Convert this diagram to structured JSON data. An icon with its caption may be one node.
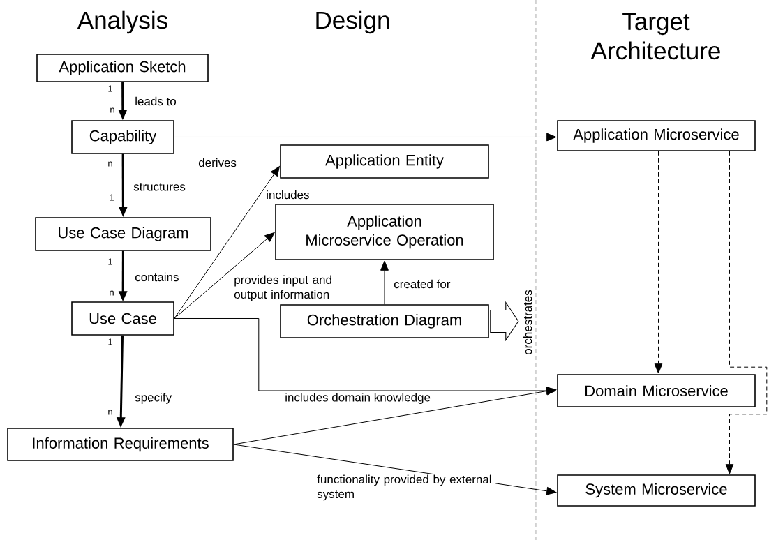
{
  "diagram": {
    "nodes": [
      {
        "text": [
          "Application Sketch"
        ]
      },
      {
        "text": [
          "Capability"
        ]
      },
      {
        "text": [
          "Use Case Diagram"
        ]
      },
      {
        "text": [
          "Use Case"
        ]
      },
      {
        "text": [
          "Information Requirements"
        ]
      },
      {
        "text": [
          "Application Entity"
        ]
      },
      {
        "text": [
          "Application Microservice Operation"
        ]
      },
      {
        "text": [
          "Orchestration Diagram"
        ]
      },
      {
        "text": [
          "Application Microservice"
        ]
      },
      {
        "text": [
          "Domain Microservice"
        ]
      },
      {
        "text": [
          "System Microservice"
        ]
      }
    ],
    "edges": [
      {
        "from": 0,
        "to": 1,
        "arrow": "to",
        "label": "leads to",
        "style": "thick"
      },
      {
        "from": 1,
        "to": 2,
        "arrow": "to",
        "label": "structures",
        "style": "thick"
      },
      {
        "from": 2,
        "to": 3,
        "arrow": "to",
        "label": "contains",
        "style": "thick"
      },
      {
        "from": 3,
        "to": 4,
        "arrow": "to",
        "label": "specify",
        "style": "thick"
      },
      {
        "from": 1,
        "to": 8,
        "arrow": "to",
        "label": "derives"
      },
      {
        "from": 3,
        "to": 5,
        "arrow": "to",
        "label": "includes"
      },
      {
        "from": 3,
        "to": 6,
        "arrow": "to",
        "label": "provides input and output information"
      },
      {
        "from": 7,
        "to": 6,
        "arrow": "to",
        "label": "created for"
      },
      {
        "from": 3,
        "to": 9,
        "arrow": "to",
        "label": "includes domain knowledge"
      },
      {
        "from": 4,
        "to": 9,
        "arrow": "to"
      },
      {
        "from": 4,
        "to": 10,
        "arrow": "to",
        "label": "functionality provided by external system"
      },
      {
        "from": 8,
        "to": 9,
        "arrow": "to",
        "style": "dashed"
      },
      {
        "from": 8,
        "to": 10,
        "arrow": "to",
        "style": "dashed"
      },
      {
        "from": 7,
        "to": null,
        "arrow": "to",
        "label": "orchestrates"
      }
    ],
    "labels": [
      "Analysis",
      "Design",
      "Target Architecture",
      "1",
      "n",
      "n",
      "1",
      "1",
      "n",
      "1",
      "n"
    ]
  }
}
